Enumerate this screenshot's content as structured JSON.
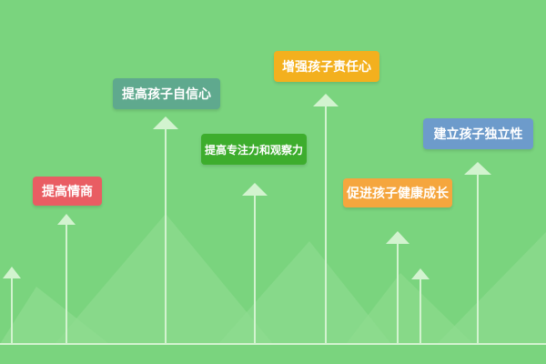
{
  "labels": [
    {
      "id": "eq",
      "text": "提高情商",
      "color": "#e95d63"
    },
    {
      "id": "confidence",
      "text": "提高孩子自信心",
      "color": "#5fa98e"
    },
    {
      "id": "focus",
      "text": "提高专注力和观察力",
      "color": "#3dad2d"
    },
    {
      "id": "responsibility",
      "text": "增强孩子责任心",
      "color": "#f3b01e"
    },
    {
      "id": "health",
      "text": "促进孩子健康成长",
      "color": "#f5a63e"
    },
    {
      "id": "independence",
      "text": "建立孩子独立性",
      "color": "#6d9bcb"
    }
  ],
  "colors": {
    "background": "#7ad47e",
    "arrow": "#c9f0c6",
    "mountain": "#9ae29a"
  }
}
